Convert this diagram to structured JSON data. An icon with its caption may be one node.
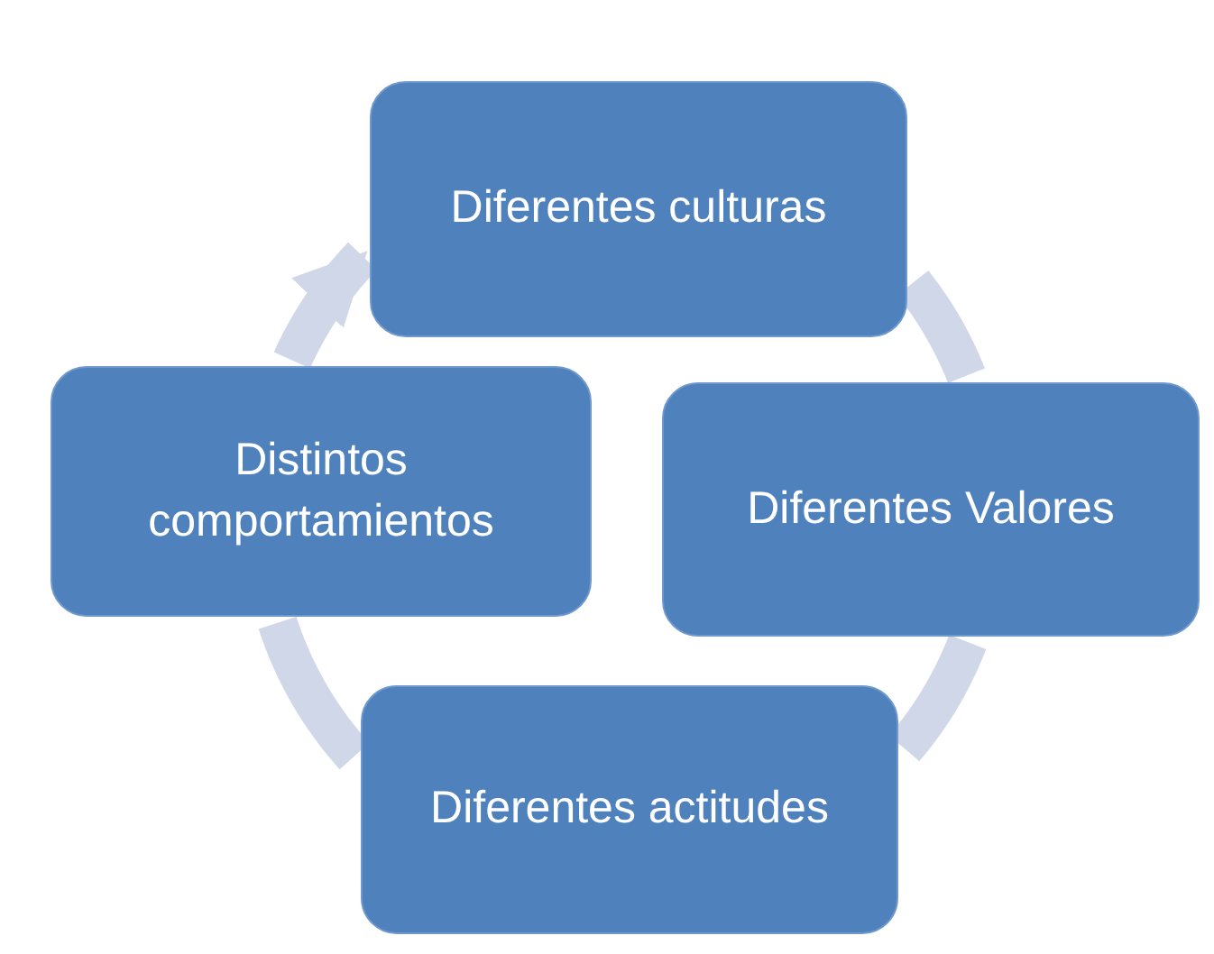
{
  "diagram": {
    "nodes": [
      {
        "text": [
          "Diferentes culturas"
        ]
      },
      {
        "text": [
          "Diferentes Valores"
        ]
      },
      {
        "text": [
          "Diferentes actitudes"
        ]
      },
      {
        "text": [
          "Distintos comportamientos"
        ]
      }
    ],
    "edges": [
      {
        "from": 0,
        "to": 1,
        "arrow": "none"
      },
      {
        "from": 1,
        "to": 2,
        "arrow": "none"
      },
      {
        "from": 2,
        "to": 3,
        "arrow": "none"
      },
      {
        "from": 3,
        "to": 0,
        "arrow": "to"
      }
    ]
  }
}
